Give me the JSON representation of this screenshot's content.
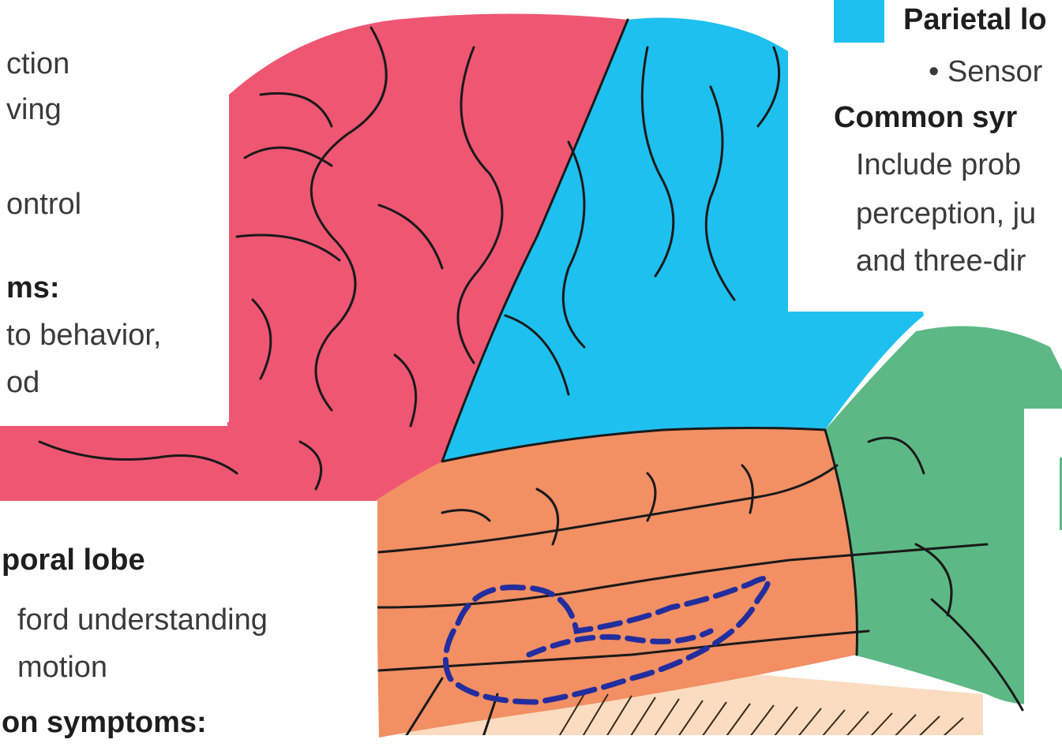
{
  "colors": {
    "frontal": "#ef5672",
    "parietal": "#1ec0f0",
    "temporal": "#f28f63",
    "occipital": "#5cb985",
    "cerebellum": "#fbdcc0",
    "sulcus_line": "#1a1a1a",
    "wernicke_outline": "#232e9e",
    "occipital_legend_swatch": "#5cb985"
  },
  "frontal_panel": {
    "line1": "ction",
    "line2": "ving",
    "line3": "ontrol",
    "heading": "ms:",
    "line4": "to behavior,",
    "line5": "od"
  },
  "parietal_panel": {
    "title": "Parietal lo",
    "bullet": "• Sensor",
    "heading": "Common syr",
    "line1": "Include prob",
    "line2": "perception, ju",
    "line3": "and three-dir"
  },
  "temporal_panel": {
    "title": "poral lobe",
    "line1": "ford understanding",
    "line2": "motion",
    "heading": "on symptoms:"
  }
}
